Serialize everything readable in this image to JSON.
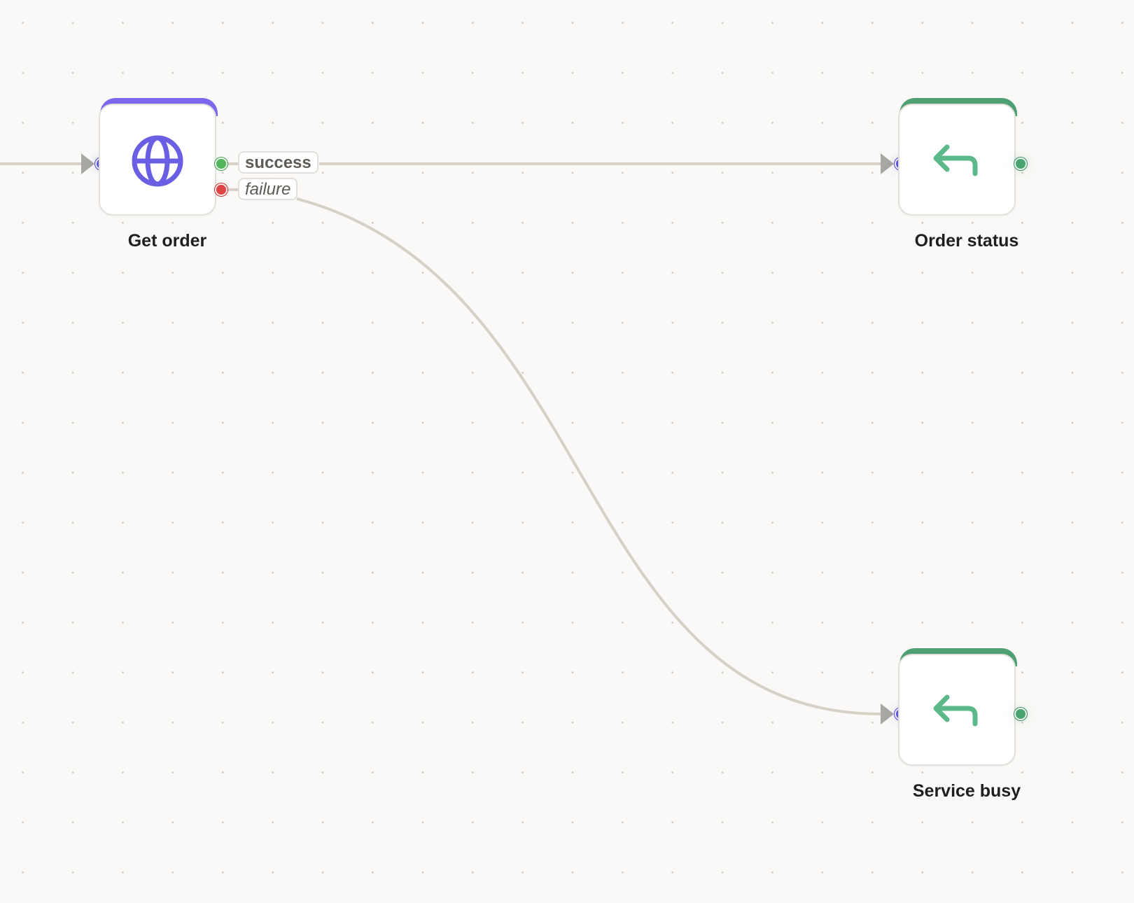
{
  "colors": {
    "canvas_bg": "#faf9f7",
    "edge": "#d6d0c6",
    "http_accent": "#7b68ee",
    "return_accent": "#4e9f72",
    "input_port": "#5a55e0",
    "success_port": "#52b55a",
    "failure_port": "#e04343"
  },
  "nodes": [
    {
      "id": "get-order",
      "label": "Get order",
      "icon": "globe-icon"
    },
    {
      "id": "order-status",
      "label": "Order status",
      "icon": "reply-arrow-icon"
    },
    {
      "id": "service-busy",
      "label": "Service busy",
      "icon": "reply-arrow-icon"
    }
  ],
  "branches": {
    "success": "success",
    "failure": "failure"
  },
  "edges": [
    {
      "from": "incoming",
      "to": "get-order"
    },
    {
      "from": "get-order.success",
      "to": "order-status"
    },
    {
      "from": "get-order.failure",
      "to": "service-busy"
    }
  ]
}
